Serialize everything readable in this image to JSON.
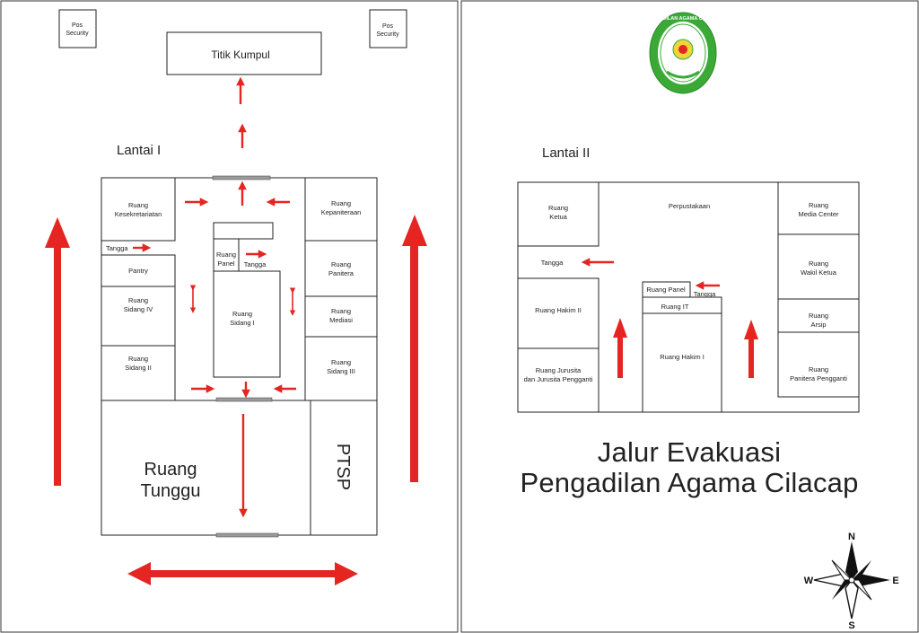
{
  "title": {
    "line1": "Jalur Evakuasi",
    "line2": "Pengadilan Agama Cilacap"
  },
  "logo": {
    "text": "PENGADILAN AGAMA CILACAP"
  },
  "colors": {
    "arrow": "#e52521",
    "wall": "#222222",
    "logo_green": "#3aa935",
    "logo_yellow": "#f2d33a",
    "door": "#9a9a9a"
  },
  "lantai1": {
    "label": "Lantai I",
    "pos_security_left": [
      "Pos",
      "Security"
    ],
    "pos_security_right": [
      "Pos",
      "Security"
    ],
    "titik_kumpul": "Titik Kumpul",
    "kesekretariatan": [
      "Ruang",
      "Kesekretariatan"
    ],
    "kepaniteraan": [
      "Ruang",
      "Kepaniteraan"
    ],
    "tangga_left": "Tangga",
    "tangga_center": "Tangga",
    "ruang_panel": [
      "Ruang",
      "Panel"
    ],
    "pantry": "Pantry",
    "sidang_iv": [
      "Ruang",
      "Sidang IV"
    ],
    "sidang_i": [
      "Ruang",
      "Sidang I"
    ],
    "sidang_ii": [
      "Ruang",
      "Sidang II"
    ],
    "panitera": [
      "Ruang",
      "Panitera"
    ],
    "mediasi": [
      "Ruang",
      "Mediasi"
    ],
    "sidang_iii": [
      "Ruang",
      "Sidang III"
    ],
    "ruang_tunggu": [
      "Ruang",
      "Tunggu"
    ],
    "ptsp": "PTSP"
  },
  "lantai2": {
    "label": "Lantai II",
    "ketua": [
      "Ruang",
      "Ketua"
    ],
    "perpustakaan": "Perpustakaan",
    "media_center": [
      "Ruang",
      "Media Center"
    ],
    "tangga_left": "Tangga",
    "ruang_panel": "Ruang Panel",
    "tangga_center": "Tangga",
    "ruang_it": "Ruang IT",
    "wakil_ketua": [
      "Ruang",
      "Wakil Ketua"
    ],
    "hakim_ii": "Ruang Hakim II",
    "hakim_i": "Ruang Hakim I",
    "arsip": [
      "Ruang",
      "Arsip"
    ],
    "jurusita": [
      "Ruang Jurusita",
      "dan Jurusita Pengganti"
    ],
    "panitera_pengganti": [
      "Ruang",
      "Panitera Pengganti"
    ]
  },
  "compass": {
    "n": "N",
    "s": "S",
    "e": "E",
    "w": "W"
  }
}
